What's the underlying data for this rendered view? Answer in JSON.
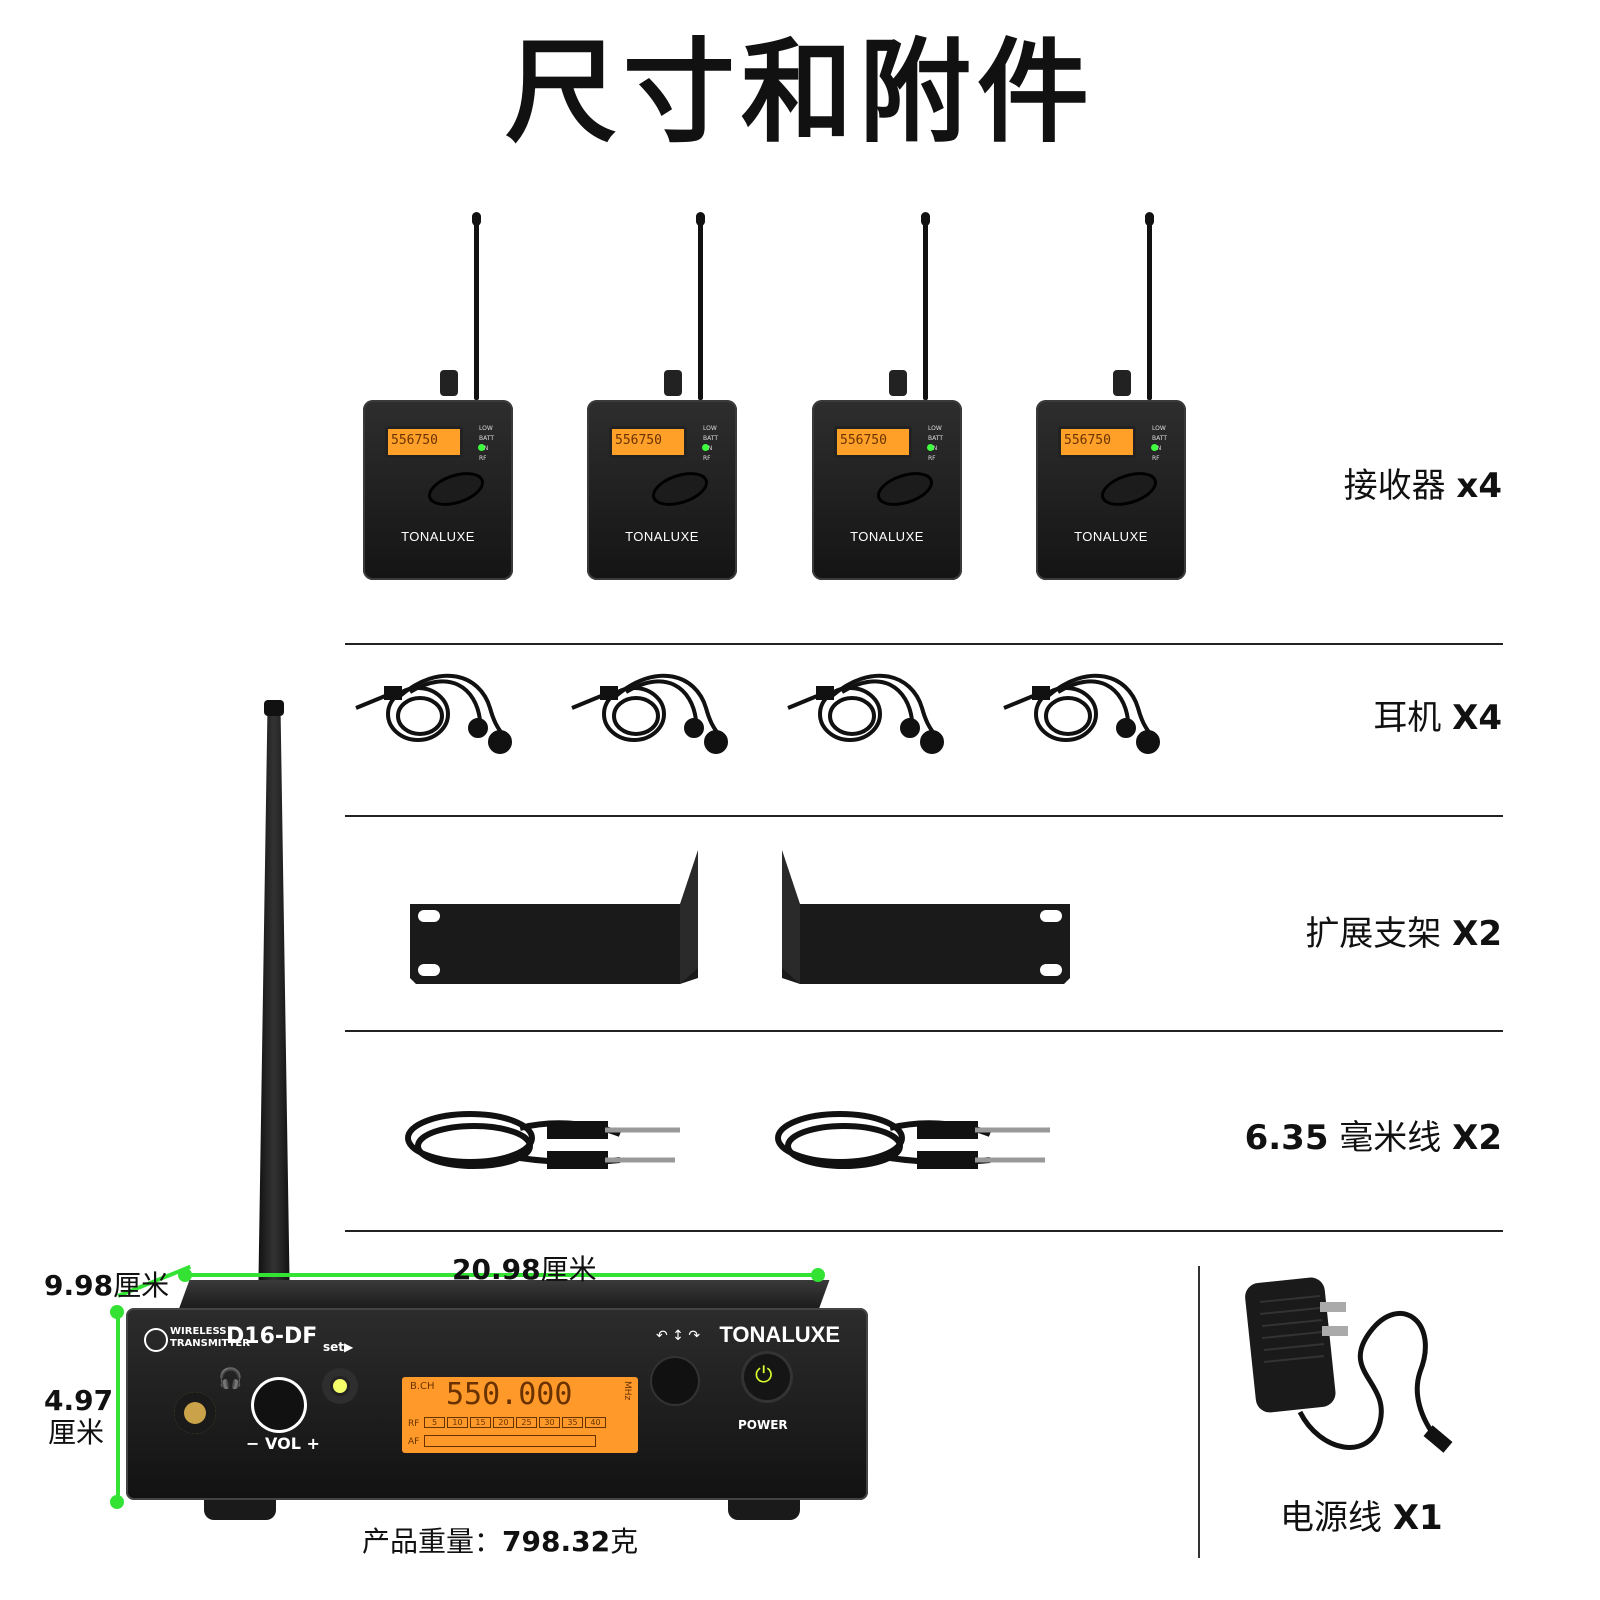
{
  "title": "尺寸和附件",
  "items": [
    {
      "name": "接收器",
      "qty": "x4"
    },
    {
      "name": "耳机",
      "qty": "X4"
    },
    {
      "name": "扩展支架",
      "qty": "X2"
    },
    {
      "name": "6.35 毫米线",
      "name_num": "6.35",
      "name_rest": " 毫米线",
      "qty": "X2"
    }
  ],
  "receiver": {
    "brand": "TONALUXE",
    "screen": "556750",
    "indicators": [
      "LOW BATT",
      "ON",
      "RF"
    ]
  },
  "transmitter": {
    "brand": "TONALUXE",
    "model": "D16-DF",
    "badge_line1": "WIRELESS",
    "badge_line2": "TRANSMITTER",
    "set_label": "set▶",
    "vol_label": "VOL",
    "vol_minus": "−",
    "vol_plus": "+",
    "power_label": "POWER",
    "lcd_main": "550.000",
    "lcd_ch": "B.CH",
    "lcd_unit": "MHz",
    "lcd_rf": "RF",
    "lcd_af": "AF",
    "lcd_scale": [
      "5",
      "10",
      "15",
      "20",
      "25",
      "30",
      "35",
      "40"
    ]
  },
  "dimensions": {
    "width": {
      "value": "20.98",
      "unit": "厘米"
    },
    "depth": {
      "value": "9.98",
      "unit": "厘米"
    },
    "height": {
      "value": "4.97",
      "unit": "厘米"
    }
  },
  "weight": {
    "label": "产品重量：",
    "value": "798.32",
    "unit": "克"
  },
  "power_cable": {
    "name": "电源线",
    "qty": "X1"
  },
  "colors": {
    "measure": "#34e234",
    "lcd": "#ff9a2a",
    "led": "#3dff3d",
    "device": "#1a1a1a"
  }
}
